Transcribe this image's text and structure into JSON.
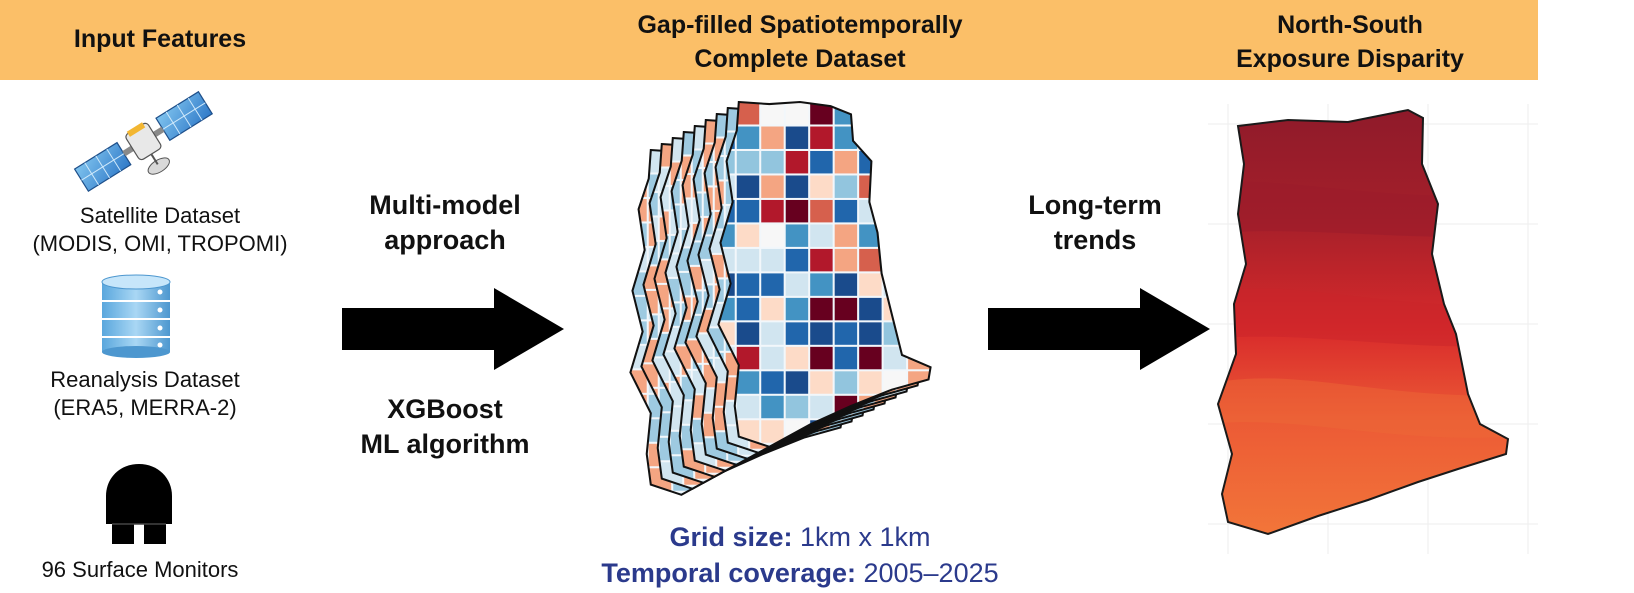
{
  "header": {
    "col1_title": "Input Features",
    "col2_title": "Gap-filled Spatiotemporally\nComplete Dataset",
    "col3_title": "North-South\nExposure Disparity"
  },
  "inputs": [
    {
      "icon": "satellite-icon",
      "name": "Satellite Dataset",
      "detail": "(MODIS, OMI, TROPOMI)"
    },
    {
      "icon": "database-icon",
      "name": "Reanalysis Dataset",
      "detail": "(ERA5, MERRA-2)"
    },
    {
      "icon": "monitor-icon",
      "name": "96 Surface Monitors",
      "detail": ""
    }
  ],
  "arrow1": {
    "top": "Multi-model approach",
    "top_line1": "Multi-model",
    "top_line2": "approach",
    "bottom_line1": "XGBoost",
    "bottom_line2": "ML algorithm"
  },
  "arrow2": {
    "line1": "Long-term",
    "line2": "trends"
  },
  "grid": {
    "size_label": "Grid size:",
    "size_value": "1km x 1km",
    "coverage_label": "Temporal coverage:",
    "coverage_value": "2005–2025"
  },
  "colors": {
    "header_band": "#fbbf68",
    "arrow": "#000000",
    "grid_text": "#2b3a8c",
    "map_north": "#8e1a2a",
    "map_south": "#f37a3a"
  }
}
